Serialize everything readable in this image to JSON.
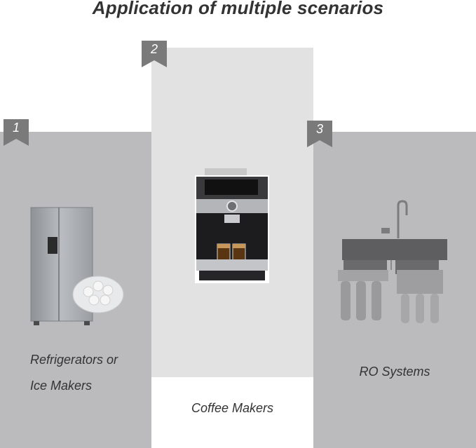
{
  "title": "Application of multiple scenarios",
  "scenarios": [
    {
      "number": "1",
      "caption_line1": "Refrigerators or",
      "caption_line2": "Ice Makers",
      "icon": "refrigerator-icon"
    },
    {
      "number": "2",
      "caption": "Coffee Makers",
      "icon": "coffee-machine-icon"
    },
    {
      "number": "3",
      "caption": "RO Systems",
      "icon": "ro-system-icon"
    }
  ],
  "colors": {
    "side_panel": "#bbbbbd",
    "center_panel": "#e2e2e2",
    "badge": "#7a7a7a",
    "text": "#333333"
  }
}
